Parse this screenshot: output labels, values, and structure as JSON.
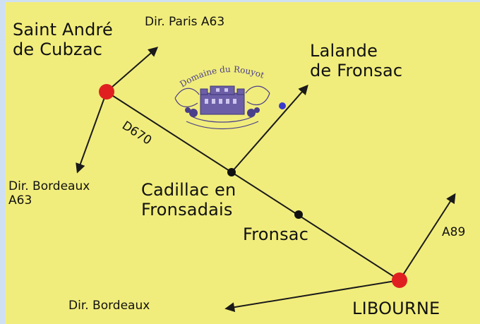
{
  "places": {
    "saint_andre": "Saint André\nde Cubzac",
    "lalande": "Lalande\nde Fronsac",
    "cadillac": "Cadillac en\nFronsadais",
    "fronsac": "Fronsac",
    "libourne": "LIBOURNE"
  },
  "directions": {
    "paris": "Dir. Paris A63",
    "bordeaux_a63": "Dir. Bordeaux\nA63",
    "bordeaux": "Dir. Bordeaux",
    "a89": "A89"
  },
  "roads": {
    "d670": "D670"
  },
  "logo": {
    "text": "Domaine du Rouyot"
  },
  "colors": {
    "background": "#f1ed7c",
    "edge": "#cfe0f2",
    "line": "#1a1a1a",
    "town_dot": "#e02020",
    "village_dot": "#111111",
    "estate_dot": "#3a3acc",
    "logo_ink": "#4a3f8a"
  }
}
